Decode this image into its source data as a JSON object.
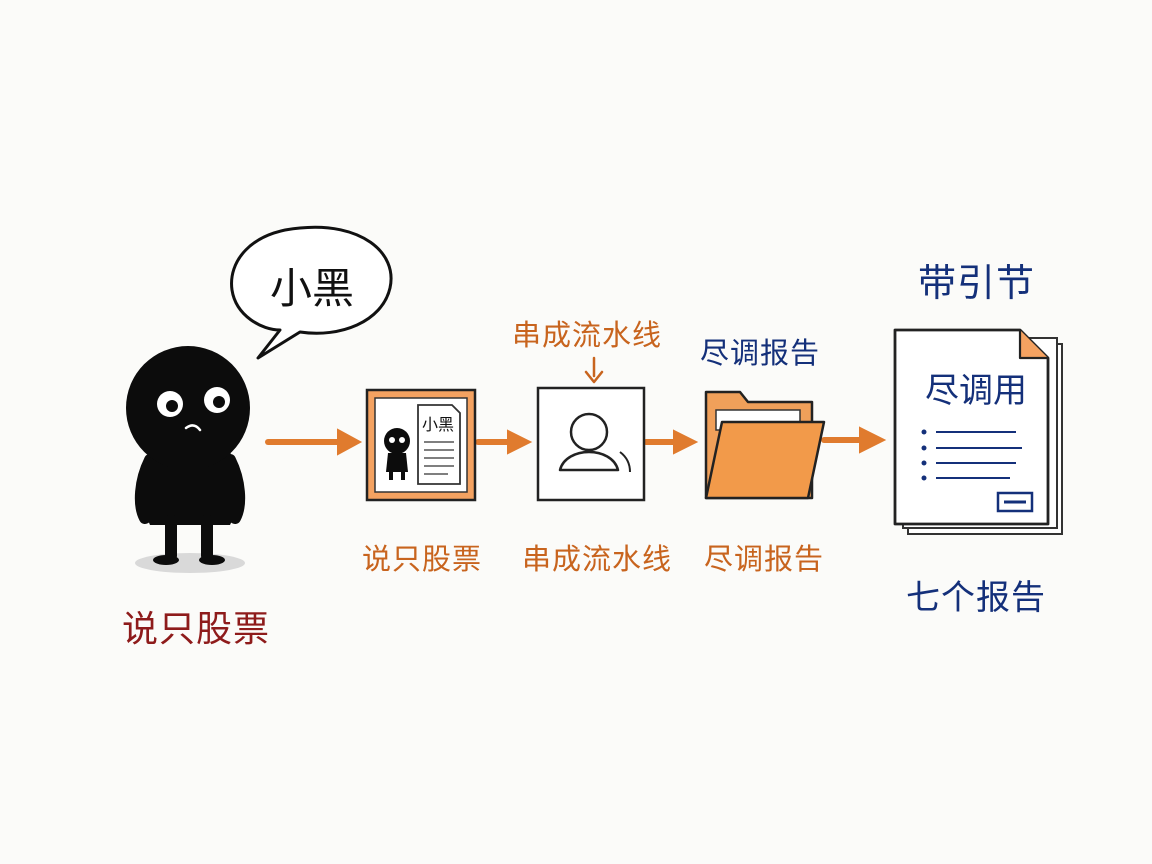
{
  "speech_bubble": {
    "text": "小黑"
  },
  "character": {
    "caption": "说只股票"
  },
  "steps": [
    {
      "caption": "说只股票",
      "inner_text": "小黑"
    },
    {
      "caption": "串成流水线",
      "top_label": "串成流水线"
    },
    {
      "caption": "尽调报告",
      "top_label": "尽调报告"
    }
  ],
  "final_report": {
    "top_label": "带引节",
    "inner_title": "尽调用",
    "caption": "七个报告"
  },
  "colors": {
    "orange": "#e07b2e",
    "red": "#8e1b1b",
    "blue": "#14307a",
    "ink": "#111111",
    "folder": "#f0a05a"
  }
}
